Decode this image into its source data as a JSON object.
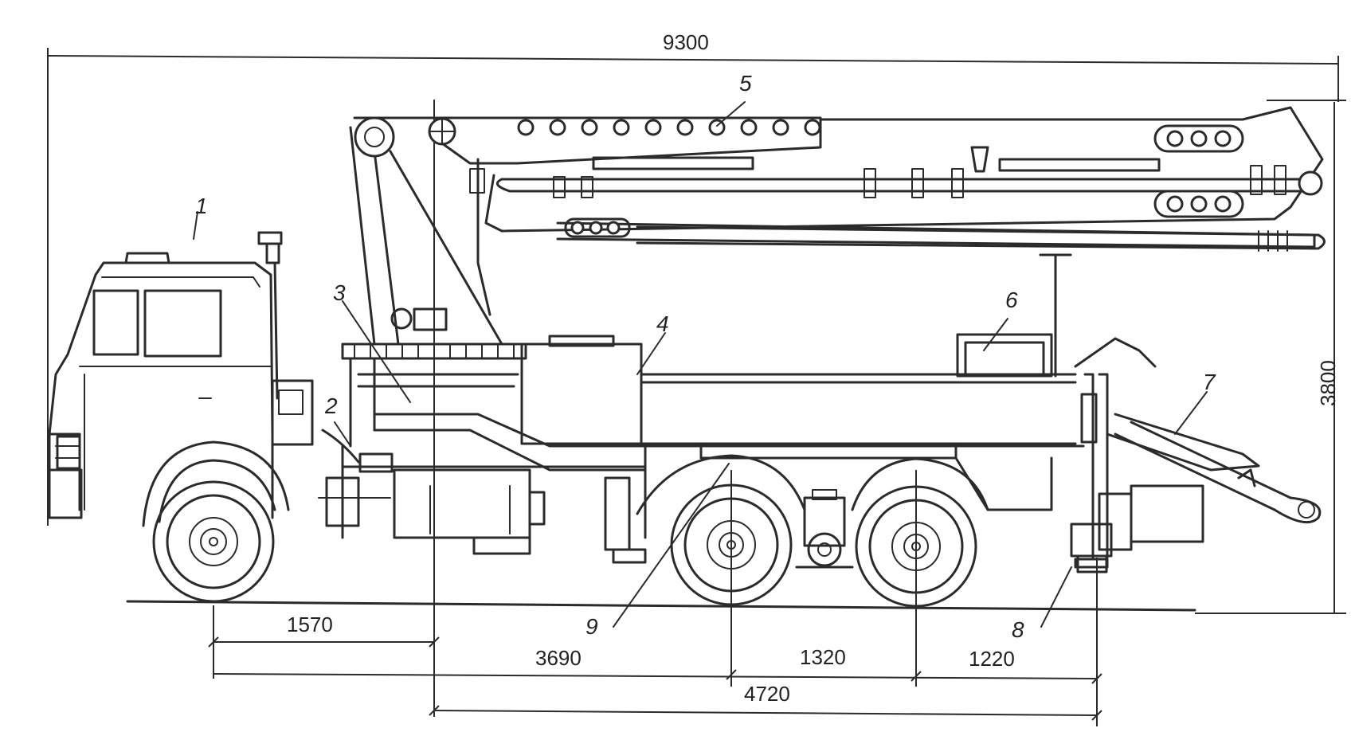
{
  "dimensions": {
    "overall_length": "9300",
    "overall_height": "3800",
    "front_to_turret": "1570",
    "front_axle_to_rear_axle": "3690",
    "rear_axle_spacing": "1320",
    "rear_axle_to_outrigger": "1220",
    "turret_to_outrigger": "4720"
  },
  "callouts": [
    "1",
    "2",
    "3",
    "4",
    "5",
    "6",
    "7",
    "8",
    "9"
  ]
}
